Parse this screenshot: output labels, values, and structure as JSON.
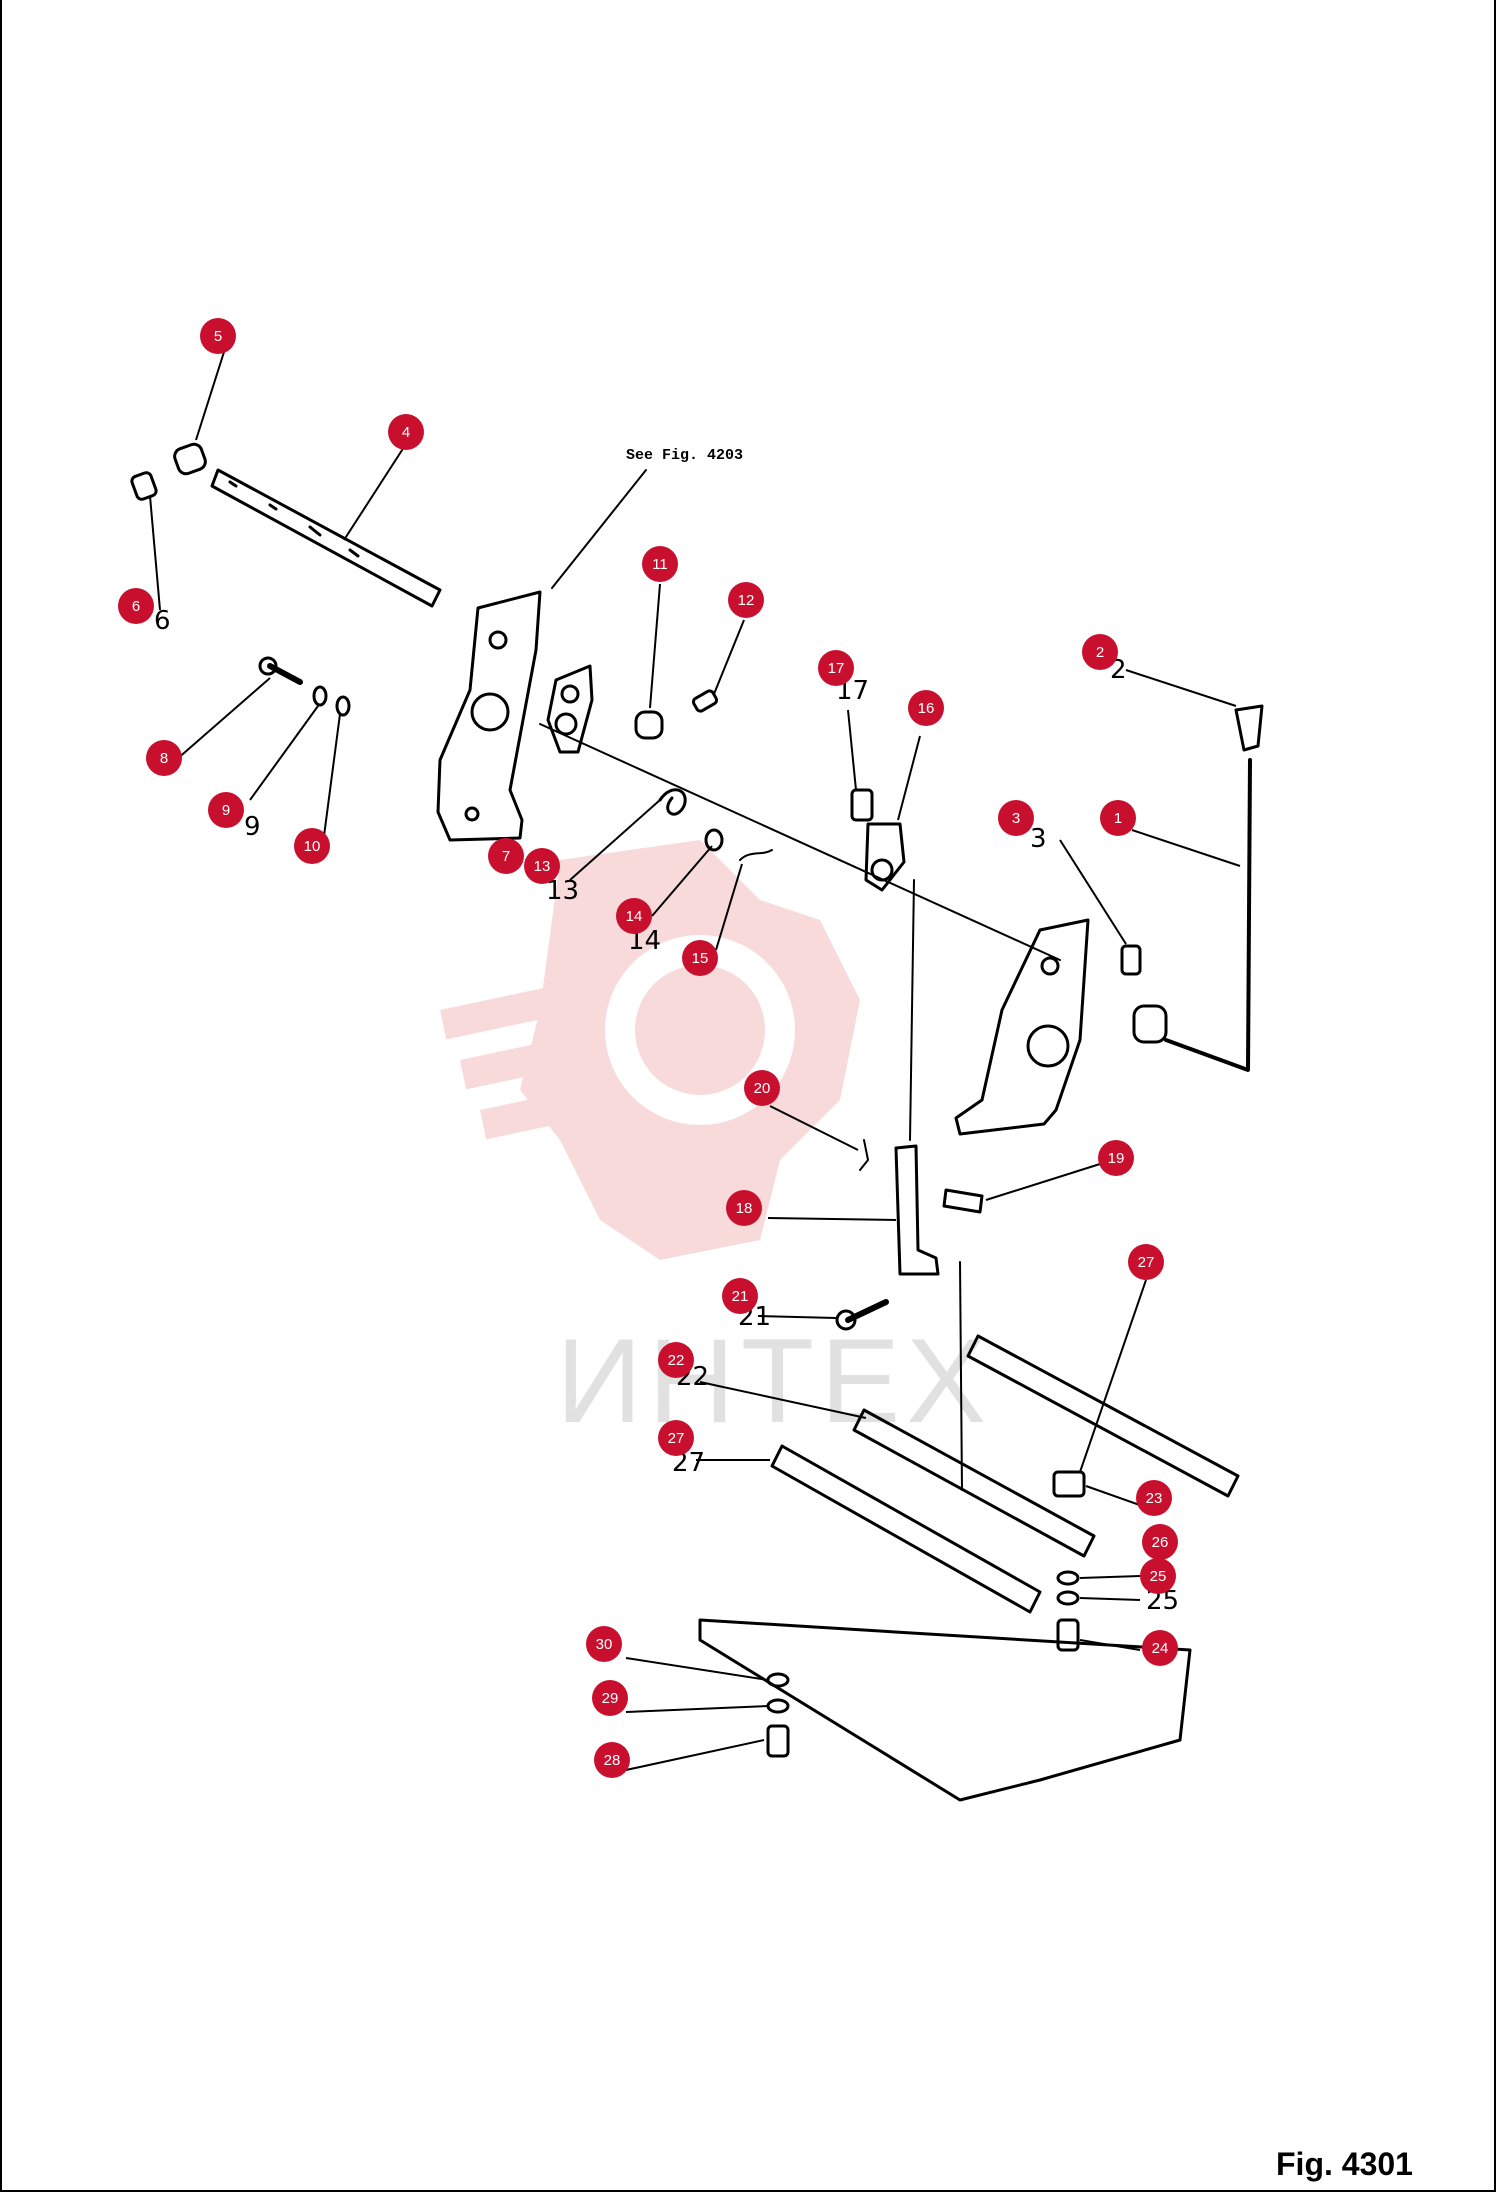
{
  "figure_label": "Fig. 4301",
  "see_reference": "See Fig. 4203",
  "watermark": "ИНТЕХ",
  "colors": {
    "callout": "#c8102e",
    "watermark": "#e05a5a"
  },
  "callouts": [
    {
      "n": "1"
    },
    {
      "n": "2"
    },
    {
      "n": "3"
    },
    {
      "n": "4"
    },
    {
      "n": "5"
    },
    {
      "n": "6"
    },
    {
      "n": "7"
    },
    {
      "n": "8"
    },
    {
      "n": "9"
    },
    {
      "n": "10"
    },
    {
      "n": "11"
    },
    {
      "n": "12"
    },
    {
      "n": "13"
    },
    {
      "n": "14"
    },
    {
      "n": "15"
    },
    {
      "n": "16"
    },
    {
      "n": "17"
    },
    {
      "n": "18"
    },
    {
      "n": "19"
    },
    {
      "n": "20"
    },
    {
      "n": "21"
    },
    {
      "n": "22"
    },
    {
      "n": "23"
    },
    {
      "n": "24"
    },
    {
      "n": "25a"
    },
    {
      "n": "25b"
    },
    {
      "n": "26"
    },
    {
      "n": "27a"
    },
    {
      "n": "27b"
    },
    {
      "n": "28"
    },
    {
      "n": "29"
    },
    {
      "n": "30"
    }
  ],
  "callout_text": {
    "1": "1",
    "2": "2",
    "3": "3",
    "4": "4",
    "5": "5",
    "6": "6",
    "7": "7",
    "8": "8",
    "9": "9",
    "10": "10",
    "11": "11",
    "12": "12",
    "13": "13",
    "14": "14",
    "15": "15",
    "16": "16",
    "17": "17",
    "18": "18",
    "19": "19",
    "20": "20",
    "21": "21",
    "22": "22",
    "23": "23",
    "24": "24",
    "25a": "25",
    "25b": "25",
    "26": "26",
    "27a": "27",
    "27b": "27",
    "28": "28",
    "29": "29",
    "30": "30"
  },
  "drawing_numbers": {
    "2": "2",
    "3": "3",
    "6": "6",
    "9": "9",
    "13": "13",
    "14": "14",
    "17": "17",
    "21": "21",
    "22": "22",
    "25": "25",
    "27": "27"
  }
}
